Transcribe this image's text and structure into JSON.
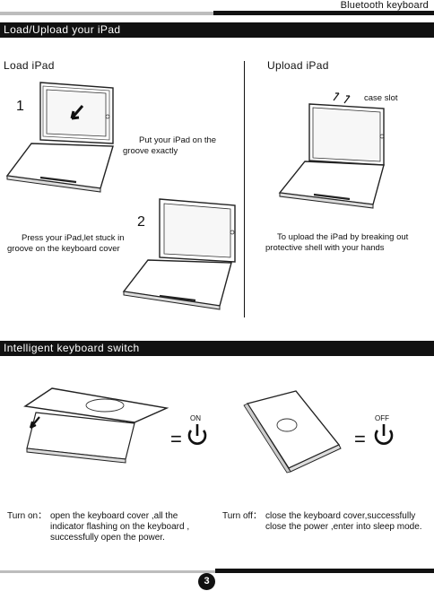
{
  "header": {
    "product": "Bluetooth keyboard"
  },
  "sections": {
    "load_upload": {
      "title": "Load/Upload  your  iPad",
      "load": {
        "heading": "Load iPad",
        "step1": "1",
        "step1_caption_l1": "Put your iPad on the",
        "step1_caption_l2": "groove exactly",
        "step2": "2",
        "step2_caption_l1": "Press your iPad,let stuck in",
        "step2_caption_l2": "groove on the keyboard cover"
      },
      "upload": {
        "heading": "Upload iPad",
        "slot_label": "case slot",
        "caption_l1": "To upload the iPad by breaking out",
        "caption_l2": "protective shell with your hands"
      }
    },
    "switch": {
      "title": "Intelligent keyboard switch",
      "on_label": "ON",
      "off_label": "OFF",
      "equals": "=",
      "turn_on_label": "Turn on：",
      "turn_on_l1": "open the keyboard cover ,all the",
      "turn_on_l2": "indicator flashing on the keyboard ,",
      "turn_on_l3": "successfully open the power.",
      "turn_off_label": "Turn off：",
      "turn_off_l1": "close the keyboard cover,successfully",
      "turn_off_l2": "close the power ,enter into sleep mode."
    }
  },
  "footer": {
    "page_number": "3"
  },
  "icons": [
    "laptop-keyboard-illustration",
    "arrow-icon",
    "power-icon"
  ]
}
